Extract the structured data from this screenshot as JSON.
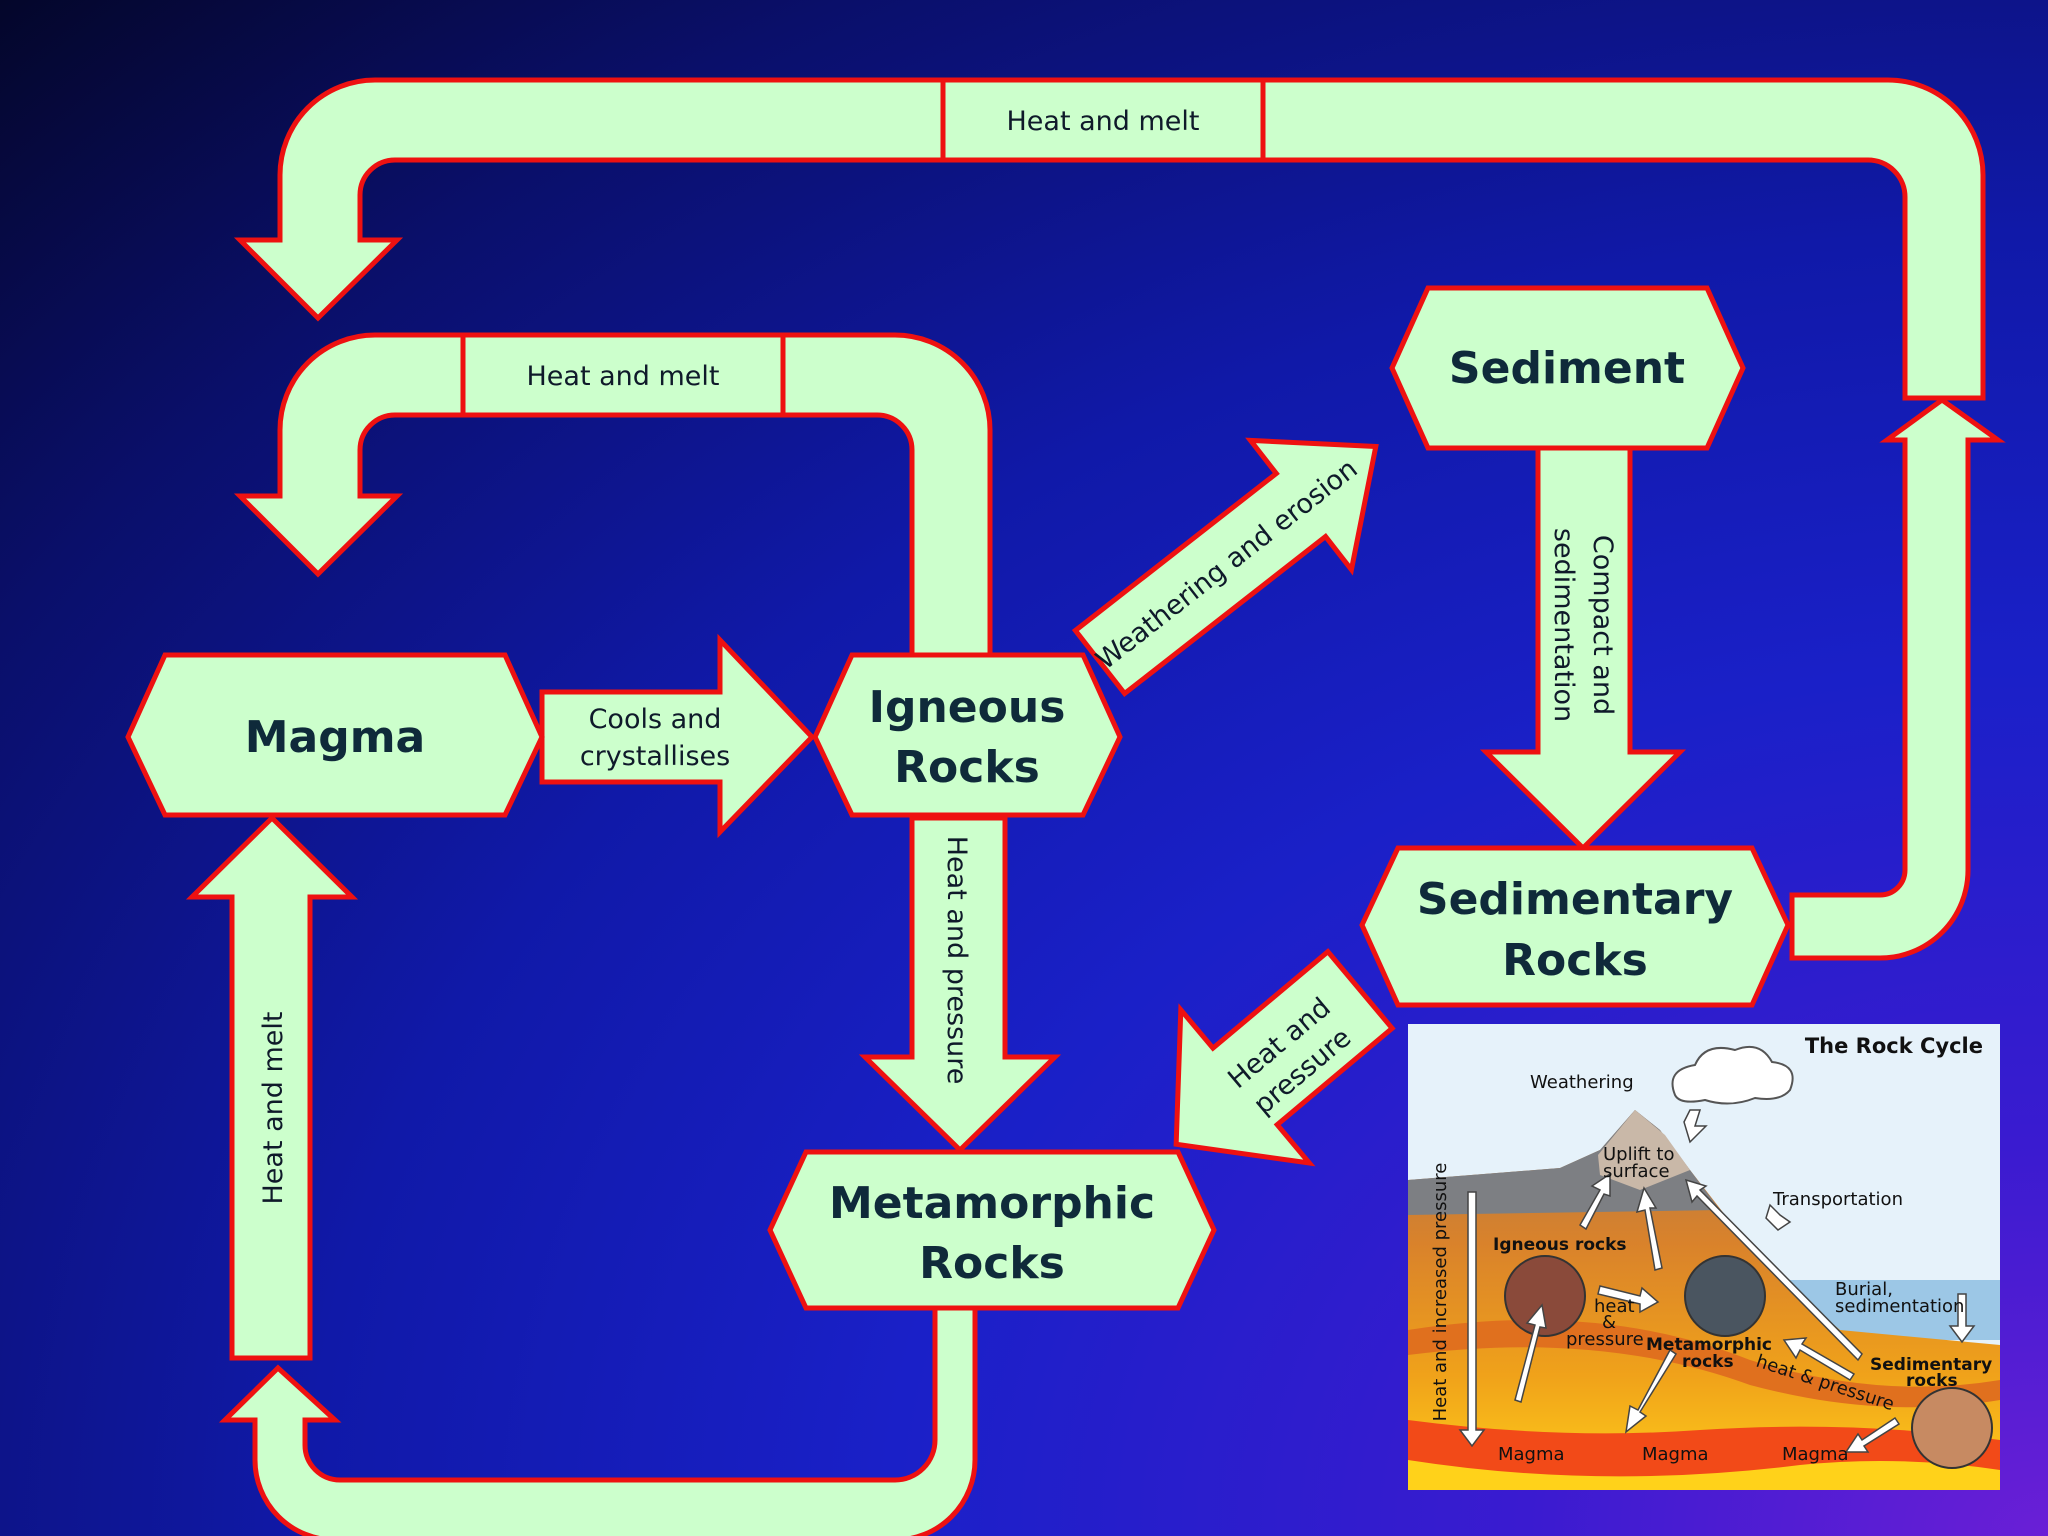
{
  "nodes": {
    "magma": "Magma",
    "igneous_line1": "Igneous",
    "igneous_line2": "Rocks",
    "sediment": "Sediment",
    "sedimentary_line1": "Sedimentary",
    "sedimentary_line2": "Rocks",
    "metamorphic_line1": "Metamorphic",
    "metamorphic_line2": "Rocks"
  },
  "arrows": {
    "top_loop": "Heat and melt",
    "inner_loop": "Heat and melt",
    "cools_line1": "Cools and",
    "cools_line2": "crystallises",
    "weathering": "Weathering and erosion",
    "compact_line1": "Compact and",
    "compact_line2": "sedimentation",
    "igneous_to_metamorphic": "Heat and pressure",
    "sed_to_meta_line1": "Heat and",
    "sed_to_meta_line2": "pressure",
    "meta_to_magma": "Heat and melt"
  },
  "inset": {
    "title": "The Rock Cycle",
    "weathering": "Weathering",
    "uplift_line1": "Uplift to",
    "uplift_line2": "surface",
    "transportation": "Transportation",
    "igneous": "Igneous rocks",
    "burial_line1": "Burial,",
    "burial_line2": "sedimentation",
    "heat_pressure_1a": "heat",
    "heat_pressure_1b": "&",
    "heat_pressure_1c": "pressure",
    "metamorphic_line1": "Metamorphic",
    "metamorphic_line2": "rocks",
    "heat_pressure_2": "heat & pressure",
    "sedimentary_line1": "Sedimentary",
    "sedimentary_line2": "rocks",
    "side_label": "Heat and increased pressure",
    "magma_1": "Magma",
    "magma_2": "Magma",
    "magma_3": "Magma"
  },
  "colors": {
    "shape_fill": "#ccffcc",
    "shape_stroke": "#ee1111",
    "label_text": "#0f2a3a"
  }
}
